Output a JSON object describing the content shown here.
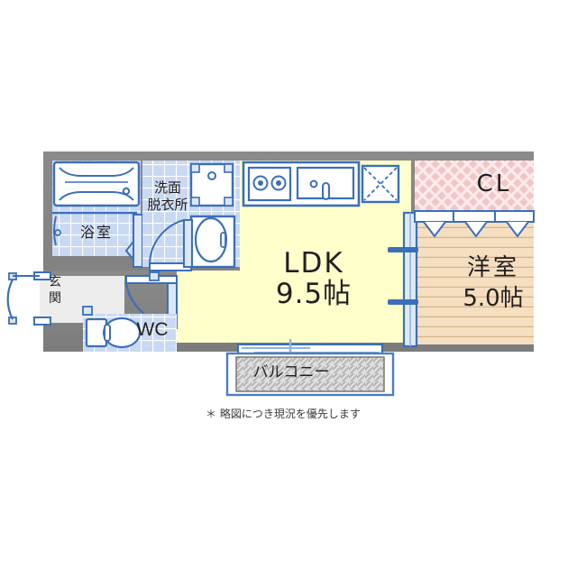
{
  "plan": {
    "type": "apartment-floor-plan",
    "layout_code": "1LDK",
    "rooms": [
      {
        "id": "ldk",
        "label": "LDK",
        "area": "9.5帖",
        "floor": "yellow-plain",
        "color": "#ffffcc"
      },
      {
        "id": "yoshitsu",
        "label": "洋室",
        "area": "5.0帖",
        "floor": "wood-planks",
        "color": "#f5dfc0"
      },
      {
        "id": "closet",
        "label": "CL",
        "area": "",
        "floor": "pink-lattice",
        "color": "#f3c6c6"
      },
      {
        "id": "yokushitsu",
        "label": "浴室",
        "area": "",
        "floor": "blue-tile",
        "color": "#c9d9f2"
      },
      {
        "id": "senmen",
        "label": "洗面\n脱衣所",
        "area": "",
        "floor": "blue-tile",
        "color": "#c9d9f2"
      },
      {
        "id": "wc",
        "label": "WC",
        "area": "",
        "floor": "blue-tile",
        "color": "#c9d9f2"
      },
      {
        "id": "genkan",
        "label": "玄\n関",
        "area": "",
        "floor": "gray-plain",
        "color": "#e9e9e9"
      },
      {
        "id": "balcony",
        "label": "バルコニー",
        "area": "",
        "floor": "gray-hatch",
        "color": "#d9d9d9"
      }
    ],
    "labels": {
      "ldk_name": "LDK",
      "ldk_area": "9.5帖",
      "yoshitsu_name": "洋室",
      "yoshitsu_area": "5.0帖",
      "closet_name": "CL",
      "yokushitsu_name": "浴室",
      "senmen_name": "洗面\n脱衣所",
      "genkan_name": "玄\n関",
      "wc_name": "WC",
      "balcony_name": "バルコニー",
      "note": "＊ 略図につき現況を優先します"
    },
    "fixtures": [
      {
        "id": "bathtub",
        "name": "bathtub-fixture",
        "room": "yokushitsu"
      },
      {
        "id": "washing-machine",
        "name": "washing-machine-space",
        "room": "senmen"
      },
      {
        "id": "vanity-sink",
        "name": "vanity-sink-fixture",
        "room": "senmen"
      },
      {
        "id": "stove",
        "name": "two-burner-stove",
        "room": "ldk"
      },
      {
        "id": "kitchen-sink",
        "name": "kitchen-sink-fixture",
        "room": "ldk"
      },
      {
        "id": "fridge-space",
        "name": "refrigerator-space",
        "room": "ldk"
      },
      {
        "id": "toilet",
        "name": "toilet-fixture",
        "room": "wc"
      }
    ],
    "openings": [
      {
        "id": "entry-door",
        "name": "entrance-door",
        "kind": "swing"
      },
      {
        "id": "hall-door",
        "name": "hallway-door",
        "kind": "swing"
      },
      {
        "id": "wc-door",
        "name": "wc-door",
        "kind": "swing"
      },
      {
        "id": "senmen-door",
        "name": "washroom-door",
        "kind": "swing"
      },
      {
        "id": "bath-door",
        "name": "bathroom-door",
        "kind": "folding"
      },
      {
        "id": "bedroom-door",
        "name": "bedroom-sliding-door",
        "kind": "sliding"
      },
      {
        "id": "balcony-window",
        "name": "balcony-sliding-window",
        "kind": "sliding"
      },
      {
        "id": "closet-doors",
        "name": "closet-sliding-doors",
        "kind": "sliding"
      }
    ],
    "colors": {
      "wall": "#808080",
      "line": "#3a6fba",
      "line_light": "#8fb4e0",
      "ldk_fill": "#ffffcc",
      "wood_fill": "#f5dfc0",
      "wood_line": "#d9b88c",
      "closet_fill": "#f3c6c6",
      "tile_fill": "#c9d9f2",
      "tile_line": "#ffffff",
      "balcony_fill": "#d6d6d6",
      "text": "#231f20",
      "white": "#ffffff"
    }
  }
}
